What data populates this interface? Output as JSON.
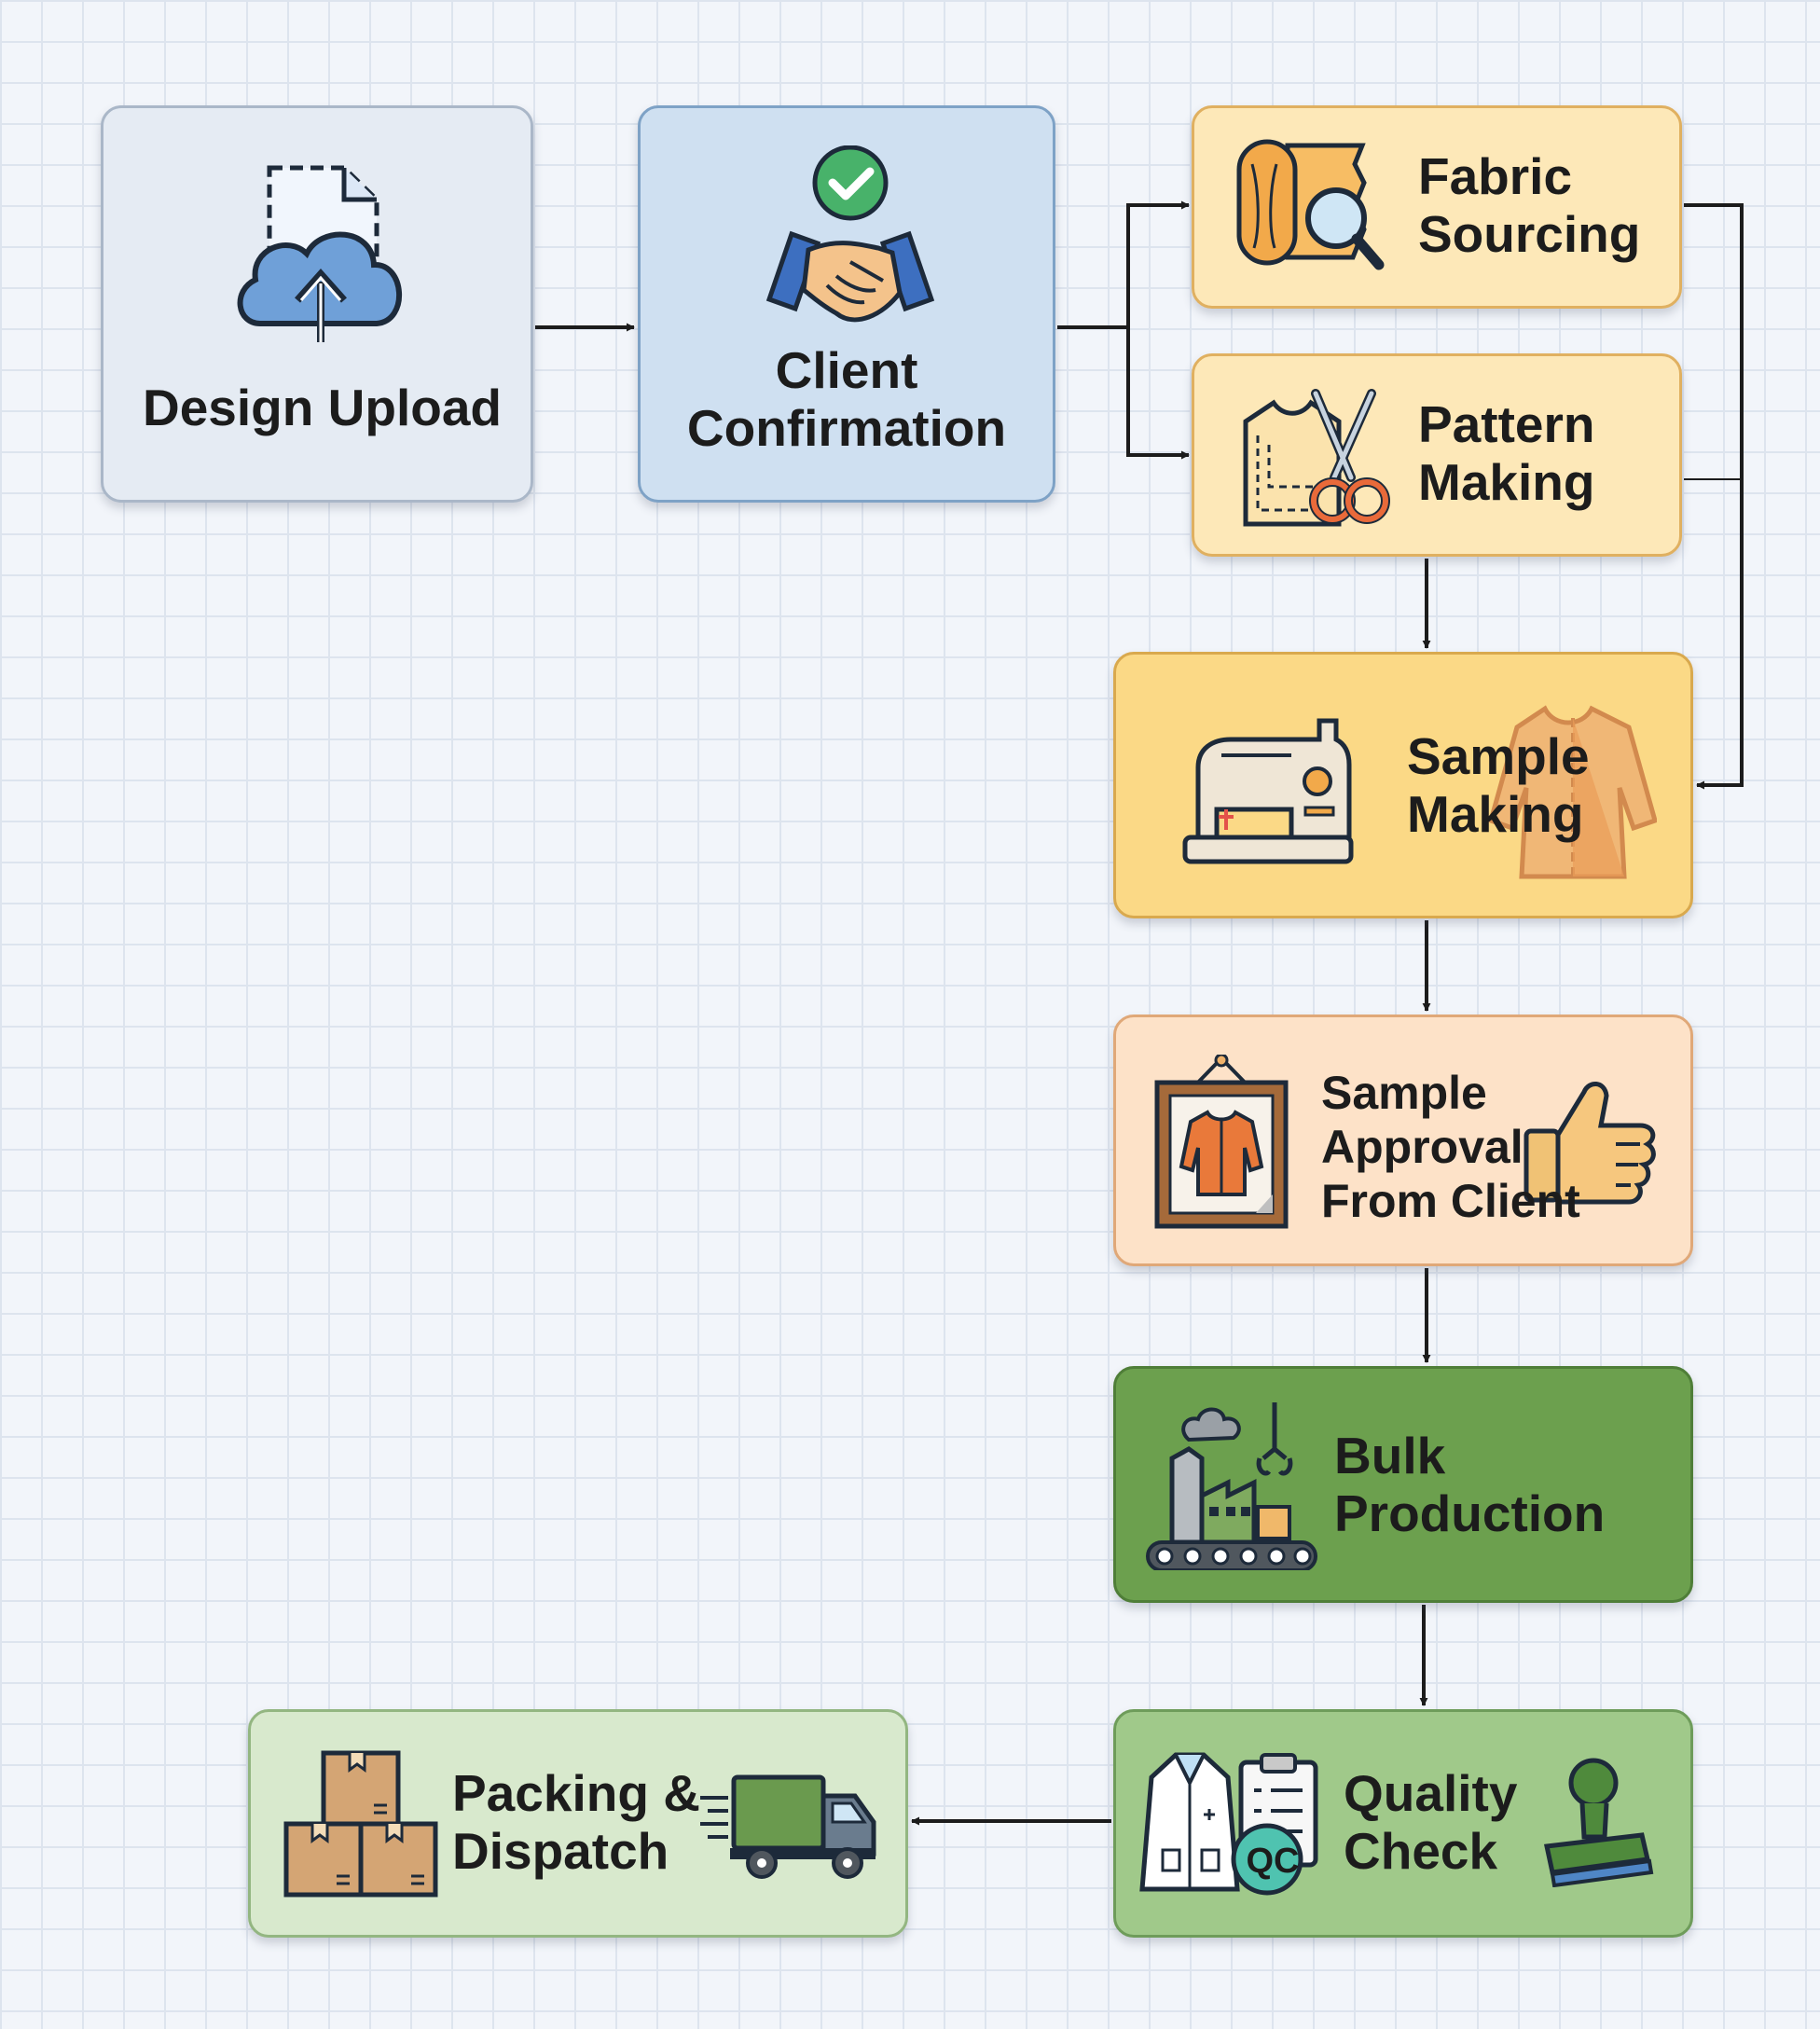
{
  "steps": {
    "design_upload": {
      "label": [
        "Design Upload"
      ],
      "icon": "cloud-upload-icon"
    },
    "client_confirmation": {
      "label": [
        "Client",
        "Confirmation"
      ],
      "icon": "handshake-check-icon"
    },
    "fabric_sourcing": {
      "label": [
        "Fabric",
        "Sourcing"
      ],
      "icon": "fabric-roll-magnifier-icon"
    },
    "pattern_making": {
      "label": [
        "Pattern",
        "Making"
      ],
      "icon": "pattern-scissors-icon"
    },
    "sample_making": {
      "label": [
        "Sample",
        "Making"
      ],
      "icon": "sewing-machine-icon"
    },
    "sample_approval": {
      "label": [
        "Sample",
        "Approval",
        "From Client"
      ],
      "icon": "framed-jacket-thumbs-up-icon"
    },
    "bulk_production": {
      "label": [
        "Bulk",
        "Production"
      ],
      "icon": "factory-conveyor-icon"
    },
    "quality_check": {
      "label": [
        "Quality",
        "Check"
      ],
      "badge": "QC",
      "icon": "lab-coat-clipboard-stamp-icon"
    },
    "packing_dispatch": {
      "label": [
        "Packing &",
        "Dispatch"
      ],
      "icon": "boxes-truck-icon"
    }
  },
  "connections": [
    [
      "design_upload",
      "client_confirmation"
    ],
    [
      "client_confirmation",
      "fabric_sourcing"
    ],
    [
      "client_confirmation",
      "pattern_making"
    ],
    [
      "fabric_sourcing",
      "sample_making"
    ],
    [
      "pattern_making",
      "sample_making"
    ],
    [
      "sample_making",
      "sample_approval"
    ],
    [
      "sample_approval",
      "bulk_production"
    ],
    [
      "bulk_production",
      "quality_check"
    ],
    [
      "quality_check",
      "packing_dispatch"
    ]
  ],
  "colors": {
    "design_fill": "#e5ebf3",
    "client_fill": "#cfe0f1",
    "prep_fill": "#fde8b8",
    "sample_fill": "#fbd986",
    "approval_fill": "#fde2c8",
    "bulk_fill": "#6ca04e",
    "quality_fill": "#a0c98a",
    "packing_fill": "#d8e9cd",
    "connector": "#1c1c1c"
  }
}
